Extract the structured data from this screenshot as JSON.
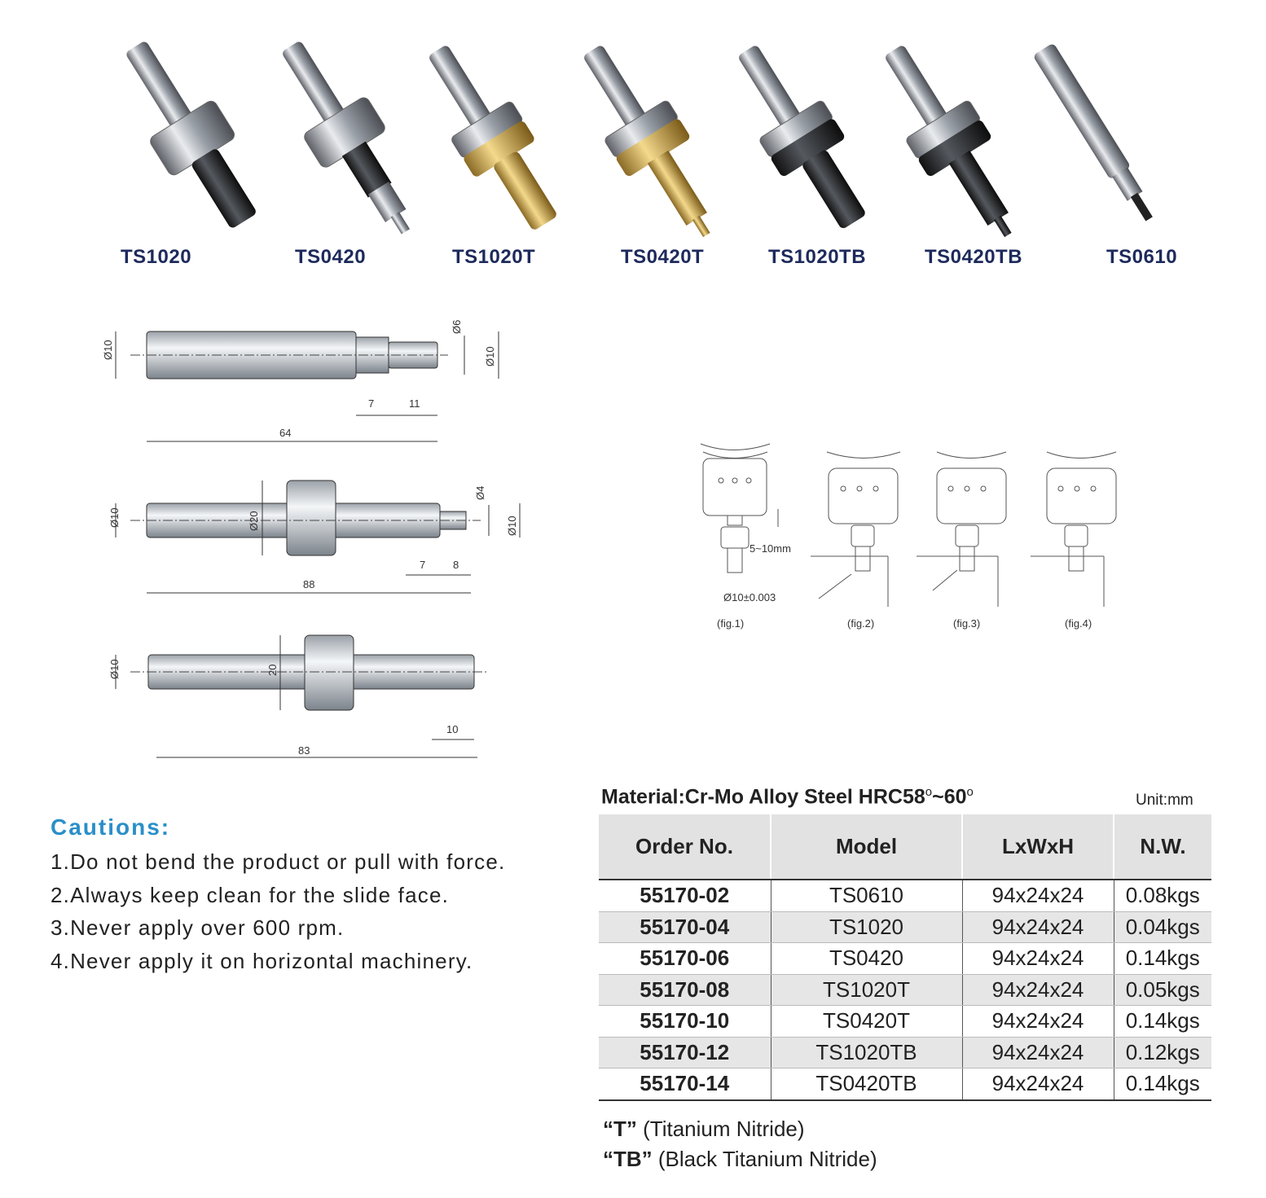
{
  "products": [
    {
      "label": "TS1020"
    },
    {
      "label": "TS0420"
    },
    {
      "label": "TS1020T"
    },
    {
      "label": "TS0420T"
    },
    {
      "label": "TS1020TB"
    },
    {
      "label": "TS0420TB"
    },
    {
      "label": "TS0610"
    }
  ],
  "drawing1": {
    "d_left": "Ø10",
    "d_tip": "Ø6",
    "d_right": "Ø10",
    "l_a": "7",
    "l_b": "11",
    "l_total": "64"
  },
  "drawing2": {
    "d_left": "Ø10",
    "d_body": "Ø20",
    "d_tip": "Ø4",
    "d_right": "Ø10",
    "l_a": "7",
    "l_b": "8",
    "l_total": "88"
  },
  "drawing3": {
    "d_left": "Ø10",
    "d_body": "20",
    "l_a": "10",
    "l_total": "83"
  },
  "figures": {
    "annot_gap": "5~10mm",
    "annot_dia": "Ø10±0.003",
    "labels": [
      "(fig.1)",
      "(fig.2)",
      "(fig.3)",
      "(fig.4)"
    ]
  },
  "cautions": {
    "title": "Cautions:",
    "items": [
      "1.Do not bend the product or pull with force.",
      "2.Always keep clean for the slide face.",
      "3.Never apply over 600 rpm.",
      "4.Never apply it on horizontal machinery."
    ]
  },
  "material": {
    "prefix": "Material:Cr-Mo Alloy Steel HRC58",
    "deg1": "o",
    "mid": "~60",
    "deg2": "o"
  },
  "unit": "Unit:mm",
  "table": {
    "headers": [
      "Order No.",
      "Model",
      "LxWxH",
      "N.W."
    ],
    "rows": [
      [
        "55170-02",
        "TS0610",
        "94x24x24",
        "0.08kgs"
      ],
      [
        "55170-04",
        "TS1020",
        "94x24x24",
        "0.04kgs"
      ],
      [
        "55170-06",
        "TS0420",
        "94x24x24",
        "0.14kgs"
      ],
      [
        "55170-08",
        "TS1020T",
        "94x24x24",
        "0.05kgs"
      ],
      [
        "55170-10",
        "TS0420T",
        "94x24x24",
        "0.14kgs"
      ],
      [
        "55170-12",
        "TS1020TB",
        "94x24x24",
        "0.12kgs"
      ],
      [
        "55170-14",
        "TS0420TB",
        "94x24x24",
        "0.14kgs"
      ]
    ]
  },
  "notes": [
    {
      "code": "“T”",
      "text": " (Titanium Nitride)"
    },
    {
      "code": "“TB”",
      "text": " (Black Titanium Nitride)"
    }
  ],
  "colors": {
    "accent": "#2a8fc8",
    "label_navy": "#1d2a5c",
    "header_gray": "#e2e2e2",
    "gold": "#c9a24a",
    "black_tin": "#2a2a2a"
  }
}
